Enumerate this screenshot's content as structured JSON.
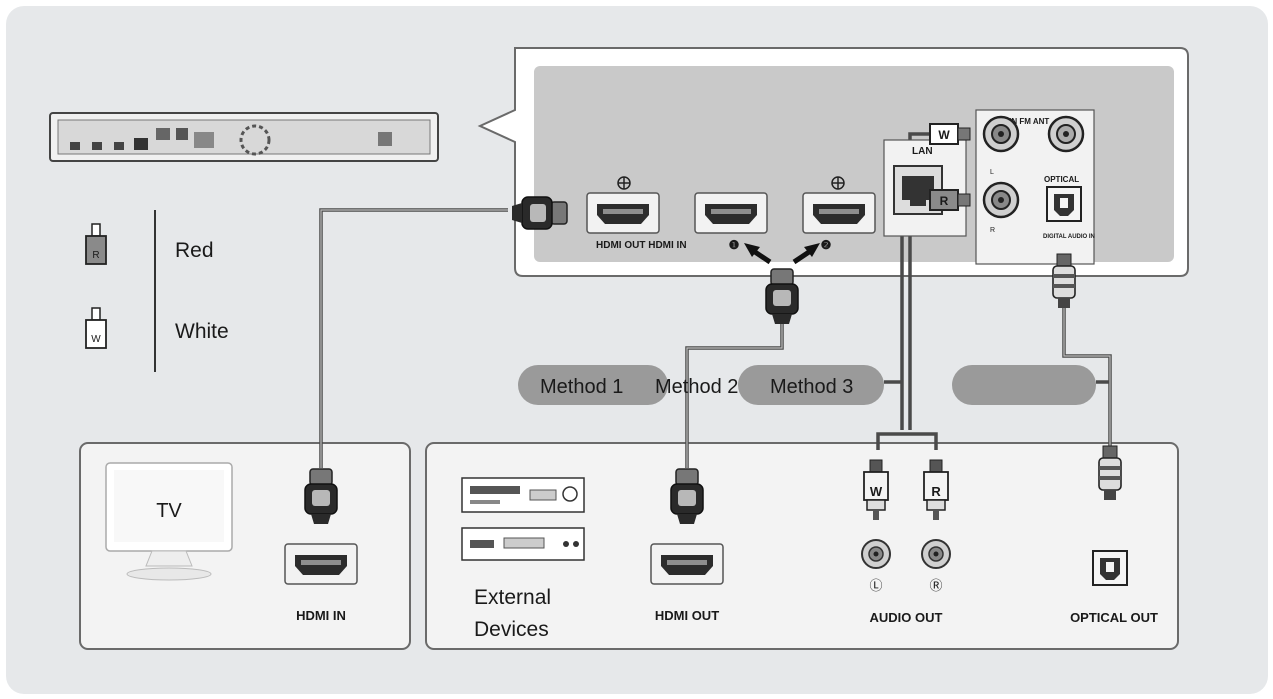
{
  "legend": {
    "red_plug": "R",
    "red_label": "Red",
    "white_plug": "W",
    "white_label": "White"
  },
  "panel": {
    "aux_in_fm_ant": "AUX IN FM ANT",
    "lan": "LAN",
    "optical": "OPTICAL",
    "digital_audio_in": "DIGITAL AUDIO IN",
    "hdmi_out_hdmi_in": "HDMI OUT HDMI IN",
    "port_1": "❶",
    "port_2": "❷",
    "aux_plug_w": "W",
    "aux_plug_r": "R",
    "aux_l": "L",
    "aux_r": "R"
  },
  "methods": {
    "method1": "Method 1",
    "method2": "Method 2",
    "method3": "Method 3"
  },
  "tv_box": {
    "tv_label": "TV",
    "hdmi_in": "HDMI IN"
  },
  "devices_box": {
    "external_line1": "External",
    "external_line2": "Devices",
    "hdmi_out": "HDMI OUT",
    "audio_plug_w": "W",
    "audio_plug_r": "R",
    "jack_l": "Ⓛ",
    "jack_r": "Ⓡ",
    "audio_out": "AUDIO OUT",
    "optical_out": "OPTICAL OUT"
  },
  "colors": {
    "background": "#e6e8ea",
    "box": "#f3f3f3",
    "pill": "#9a9a9a",
    "cable": "#4a4a4a"
  }
}
